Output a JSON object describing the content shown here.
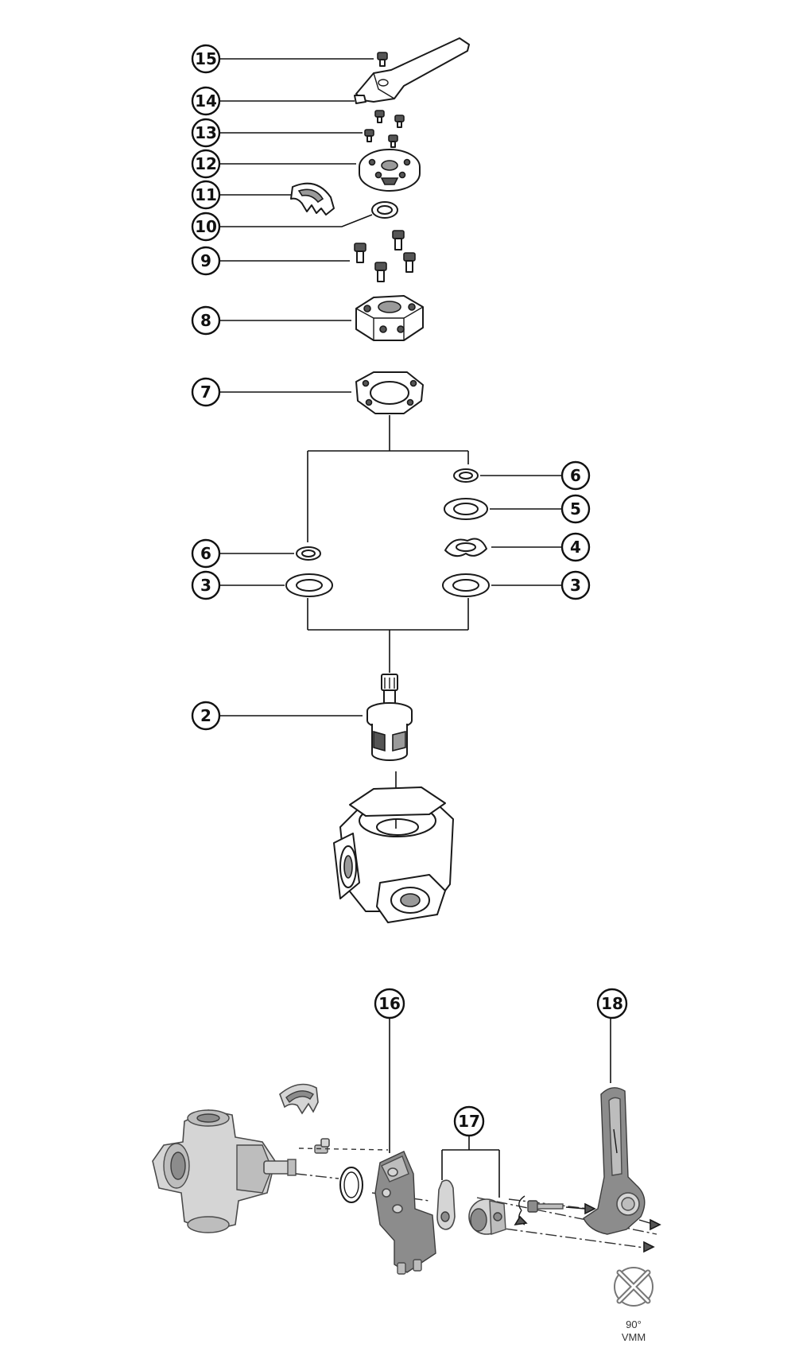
{
  "callouts": {
    "c15": "15",
    "c14": "14",
    "c13": "13",
    "c12": "12",
    "c11": "11",
    "c10": "10",
    "c9": "9",
    "c8": "8",
    "c7": "7",
    "c6_right": "6",
    "c5": "5",
    "c4": "4",
    "c6_left": "6",
    "c3_left": "3",
    "c3_right": "3",
    "c2": "2",
    "c16": "16",
    "c17": "17",
    "c18": "18"
  },
  "rotation_note": {
    "angle": "90°",
    "code": "VMM"
  },
  "icons": {
    "rotation_symbol": "x-circle-icon"
  }
}
